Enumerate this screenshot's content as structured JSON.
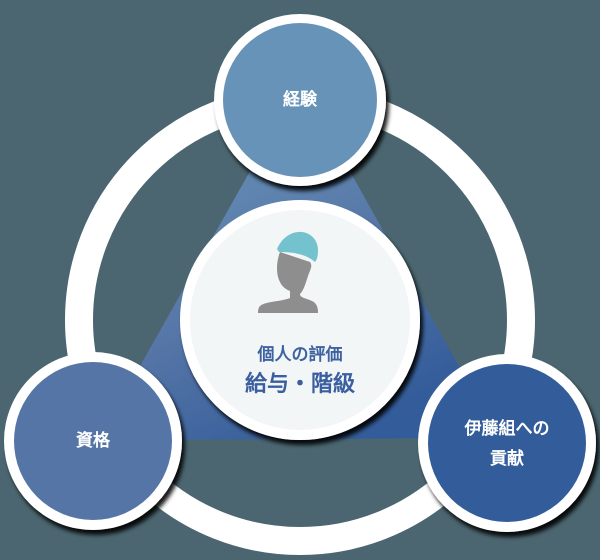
{
  "colors": {
    "background": "#4b6670",
    "ring": "#ffffff",
    "node_top": "#6893b8",
    "node_left": "#5575a6",
    "node_right": "#335c9a",
    "center_fill": "#f3f6f7",
    "center_text": "#3a5e9f",
    "helmet": "#75c2cf",
    "person": "#8e8e8e"
  },
  "nodes": {
    "top": {
      "label": "経験"
    },
    "left": {
      "label": "資格"
    },
    "right": {
      "line1": "伊藤組への",
      "line2": "貢献"
    }
  },
  "center": {
    "icon": "worker-helmet-icon",
    "line1": "個人の評価",
    "line2": "給与・階級"
  }
}
